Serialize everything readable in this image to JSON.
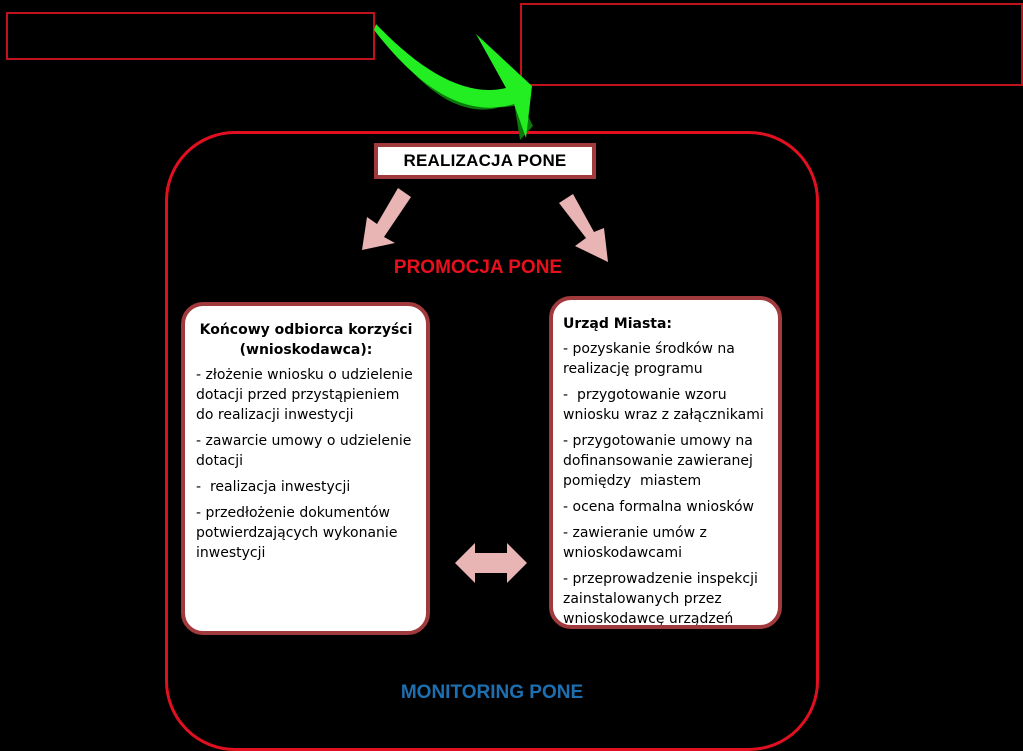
{
  "diagram": {
    "title": "REALIZACJA PONE",
    "promotion_label": "PROMOCJA PONE",
    "monitoring_label": "MONITORING PONE",
    "left_box": {
      "heading": "Końcowy odbiorca korzyści (wnioskodawca):",
      "items": [
        "- złożenie wniosku o udzielenie dotacji przed przystąpieniem  do realizacji inwestycji",
        "- zawarcie umowy o udzielenie dotacji",
        "-  realizacja inwestycji",
        "- przedłożenie dokumentów potwierdzających wykonanie inwestycji"
      ]
    },
    "right_box": {
      "heading": "Urząd Miasta:",
      "items": [
        "- pozyskanie środków na realizację programu",
        "-  przygotowanie wzoru wniosku wraz z załącznikami",
        "- przygotowanie umowy na dofinansowanie zawieranej pomiędzy  miastem",
        "- ocena formalna wniosków",
        "- zawieranie umów z wnioskodawcami",
        "- przeprowadzenie inspekcji zainstalowanych przez wnioskodawcę urządzeń"
      ]
    },
    "colors": {
      "frame_red": "#e01020",
      "box_border": "#a13a3c",
      "arrow_pink": "#e8b4b4",
      "arrow_green": "#22ee22",
      "monitoring_blue": "#1e6fb0"
    },
    "icons": [
      "curved-green-arrow-icon",
      "pink-arrow-down-left-icon",
      "pink-arrow-down-right-icon",
      "double-arrow-icon"
    ]
  }
}
